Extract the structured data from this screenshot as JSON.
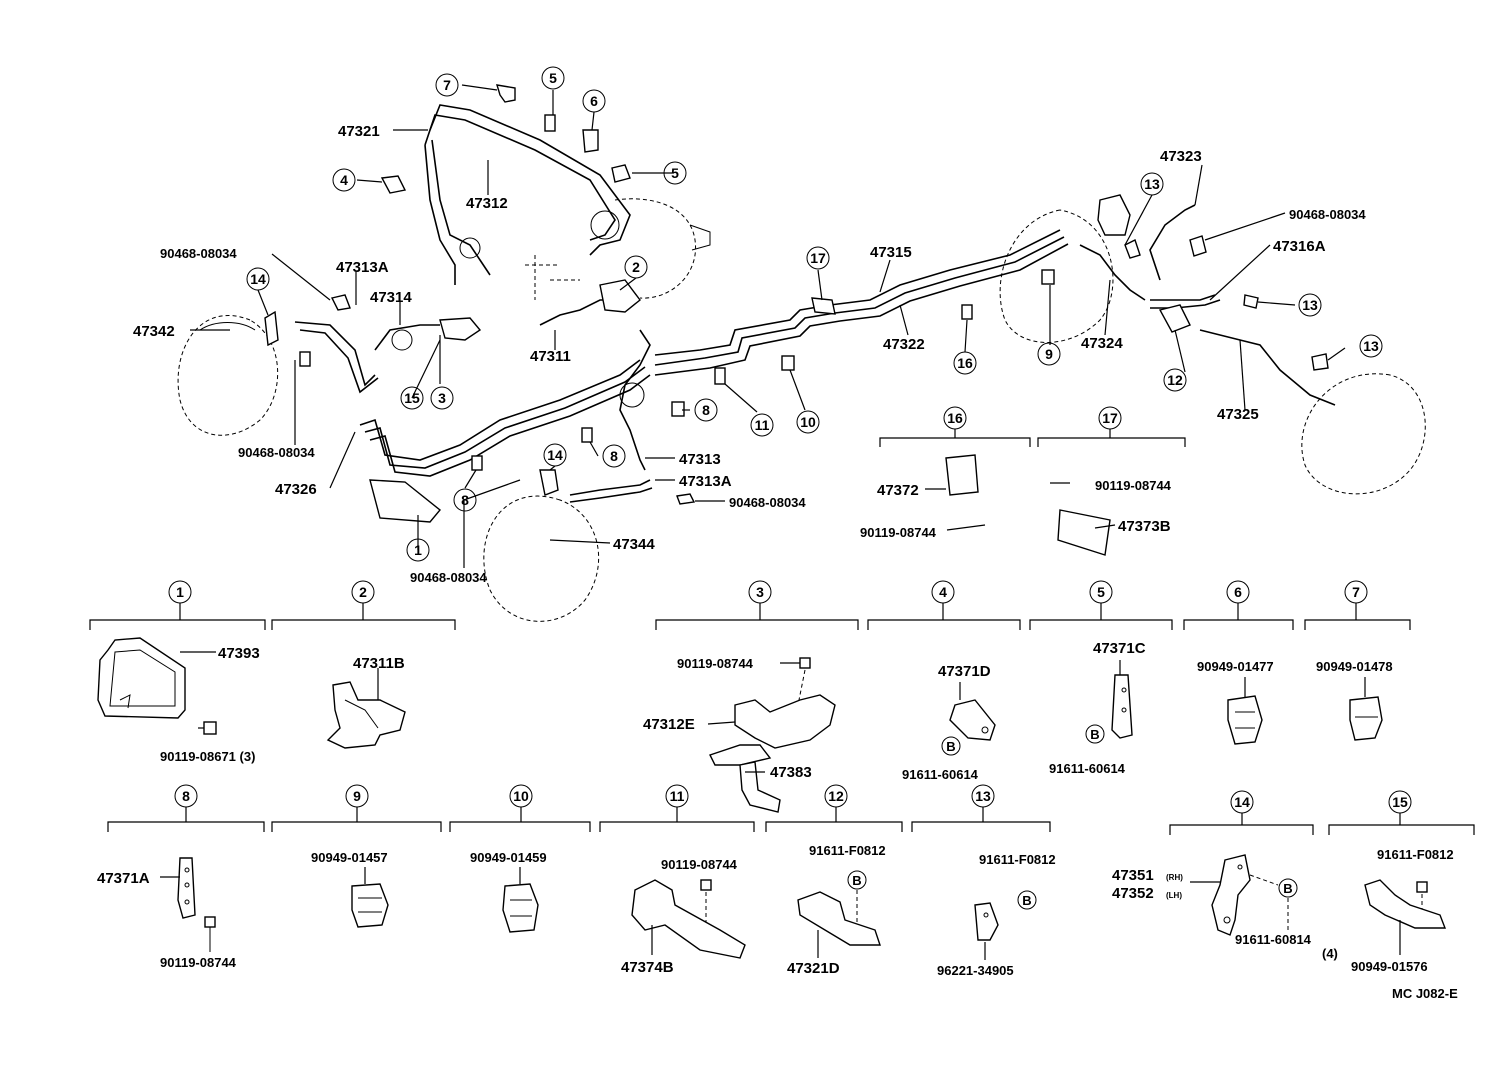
{
  "diagram_code": "MC  J082-E",
  "bolt_symbol": "B",
  "callouts": [
    "1",
    "2",
    "3",
    "4",
    "5",
    "6",
    "7",
    "8",
    "9",
    "10",
    "11",
    "12",
    "13",
    "14",
    "15",
    "16",
    "17"
  ],
  "overview_labels": {
    "p47321": "47321",
    "p47312": "47312",
    "p47313A_top": "47313A",
    "p47314": "47314",
    "p47342": "47342",
    "p90468_a": "90468-08034",
    "p90468_b": "90468-08034",
    "p47326": "47326",
    "p47311": "47311",
    "p47313": "47313",
    "p47313A_mid": "47313A",
    "p90468_c": "90468-08034",
    "p90468_d": "90468-08034",
    "p47344": "47344",
    "p47315": "47315",
    "p47322": "47322",
    "p47323": "47323",
    "p90468_e": "90468-08034",
    "p47316A": "47316A",
    "p47324": "47324",
    "p47325": "47325",
    "p47372": "47372",
    "p90119_16": "90119-08744",
    "p90119_17": "90119-08744",
    "p47373B": "47373B"
  },
  "detail_labels": {
    "d1_part": "47393",
    "d1_bolt": "90119-08671 (3)",
    "d2_part": "47311B",
    "d3_bolt": "90119-08744",
    "d3_part": "47312E",
    "d3_bracket": "47383",
    "d4_part": "47371D",
    "d4_bolt": "91611-60614",
    "d5_part": "47371C",
    "d5_bolt": "91611-60614",
    "d6_part": "90949-01477",
    "d7_part": "90949-01478",
    "d8_part": "47371A",
    "d8_bolt": "90119-08744",
    "d9_part": "90949-01457",
    "d10_part": "90949-01459",
    "d11_bolt": "90119-08744",
    "d11_part": "47374B",
    "d12_bolt": "91611-F0812",
    "d12_part": "47321D",
    "d13_bolt": "91611-F0812",
    "d13_part": "96221-34905",
    "d14_rh": "47351",
    "d14_rh_tag": "(RH)",
    "d14_lh": "47352",
    "d14_lh_tag": "(LH)",
    "d14_bolt": "91611-60814",
    "d14_qty": "(4)",
    "d15_bolt": "91611-F0812",
    "d15_part": "90949-01576"
  }
}
